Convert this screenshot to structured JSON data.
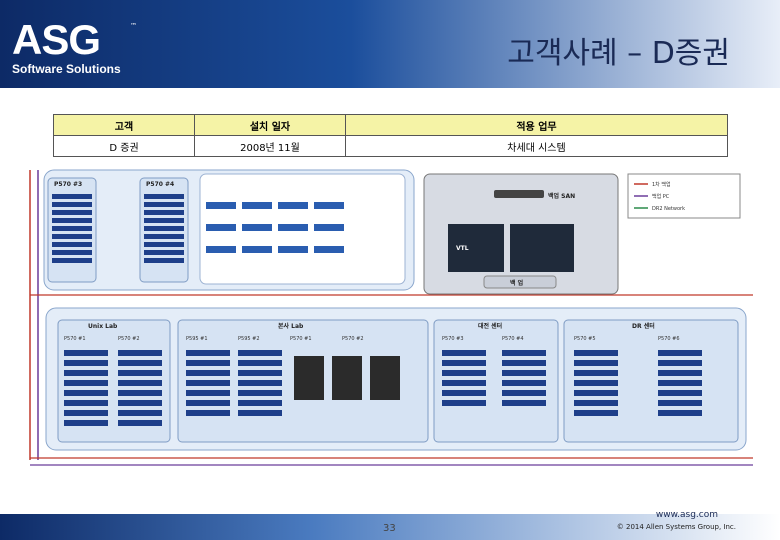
{
  "header": {
    "logo_text": "ASG",
    "logo_tm": "™",
    "logo_subtitle": "Software Solutions",
    "title": "고객사례 – D증권"
  },
  "summary_table": {
    "columns": [
      "고객",
      "설치 일자",
      "적용 업무"
    ],
    "rows": [
      [
        "D 증권",
        "2008년 11월",
        "차세대 시스템"
      ]
    ]
  },
  "diagram": {
    "legend": [
      "1차 백업",
      "백업 PC",
      "DR2 Network"
    ],
    "san_label": "백업 SAN",
    "backup_label": "백 업",
    "vtl_label": "VTL",
    "top_zone": [
      "P570 #3",
      "P570 #4"
    ],
    "bottom_zones": [
      "Unix Lab",
      "본사 Lab",
      "대전 센터",
      "DR 센터"
    ],
    "bottom_servers": [
      "P570 #1",
      "P570 #2",
      "P595 #1",
      "P595 #2",
      "P570 #1",
      "P570 #2",
      "P570 #3",
      "P570 #4",
      "P570 #5",
      "P570 #6"
    ]
  },
  "footer": {
    "page_number": "33",
    "url": "www.asg.com",
    "copyright": "© 2014 Allen Systems Group, Inc."
  },
  "colors": {
    "header_dark": "#0d2a66",
    "table_header": "#f5f3a6",
    "network_red": "#c0392b",
    "network_purple": "#6a3d9a"
  }
}
